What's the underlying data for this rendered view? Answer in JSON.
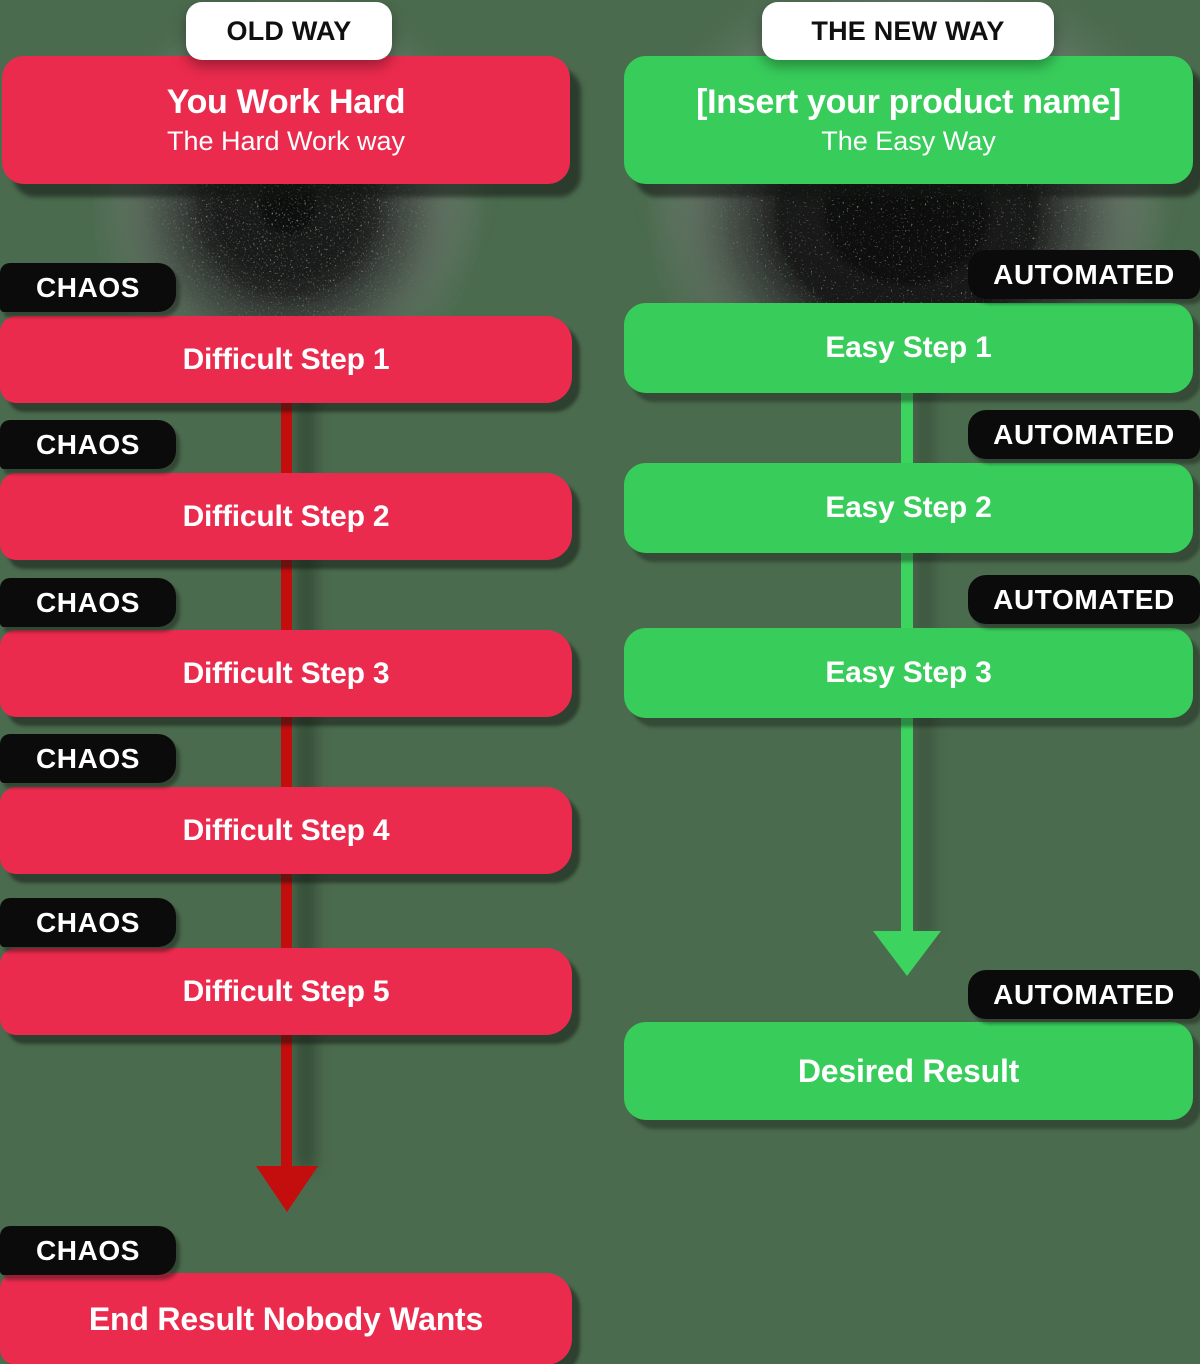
{
  "old_way": {
    "pill_label": "OLD WAY",
    "header": {
      "title": "You Work Hard",
      "subtitle": "The Hard Work way"
    },
    "badge_label": "CHAOS",
    "steps": [
      "Difficult Step 1",
      "Difficult Step 2",
      "Difficult Step 3",
      "Difficult Step 4",
      "Difficult Step 5"
    ],
    "result": "End Result Nobody Wants"
  },
  "new_way": {
    "pill_label": "THE NEW WAY",
    "header": {
      "title": "[Insert your product name]",
      "subtitle": "The Easy Way"
    },
    "badge_label": "AUTOMATED",
    "steps": [
      "Easy Step 1",
      "Easy Step 2",
      "Easy Step 3"
    ],
    "result": "Desired Result"
  },
  "colors": {
    "background": "#4B6B4E",
    "old_box": "#EB2B4E",
    "old_arrow": "#C40D0D",
    "new_box": "#38CD5B",
    "new_arrow": "#3DD35F",
    "badge": "#0B0B0B",
    "pill": "#FFFFFF",
    "text": "#FFFFFF"
  }
}
